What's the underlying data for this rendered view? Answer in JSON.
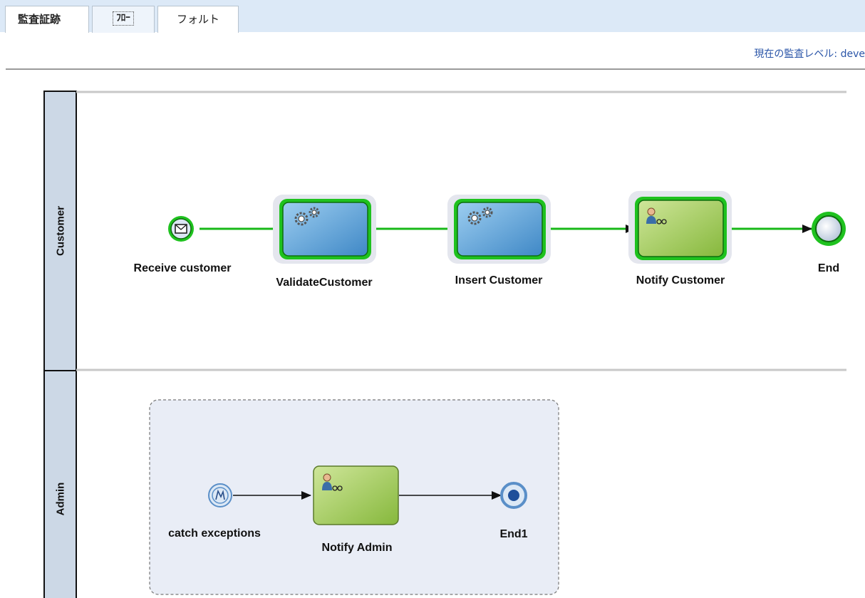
{
  "tabs": [
    {
      "label": "監査証跡",
      "active": false
    },
    {
      "label": "ﾌﾛｰ",
      "active": true
    },
    {
      "label": "フォルト",
      "active": false
    }
  ],
  "audit_level_text": "現在の監査レベル: deve",
  "lanes": [
    {
      "label": "Customer"
    },
    {
      "label": "Admin"
    }
  ],
  "nodes": {
    "receive_customer": {
      "label": "Receive customer",
      "icon": "envelope-icon"
    },
    "validate_customer": {
      "label": "ValidateCustomer",
      "icon": "gears-icon"
    },
    "insert_customer": {
      "label": "Insert Customer",
      "icon": "gears-icon"
    },
    "notify_customer": {
      "label": "Notify Customer",
      "icon": "user-task-icon"
    },
    "end": {
      "label": "End"
    },
    "catch_exceptions": {
      "label": "catch exceptions",
      "icon": "error-icon"
    },
    "notify_admin": {
      "label": "Notify Admin",
      "icon": "user-task-icon"
    },
    "end1": {
      "label": "End1"
    }
  },
  "colors": {
    "executed_path": "#1fc21f",
    "service_task": "#5aa6db",
    "user_task": "#9ac84a",
    "link": "#2a55a8"
  }
}
